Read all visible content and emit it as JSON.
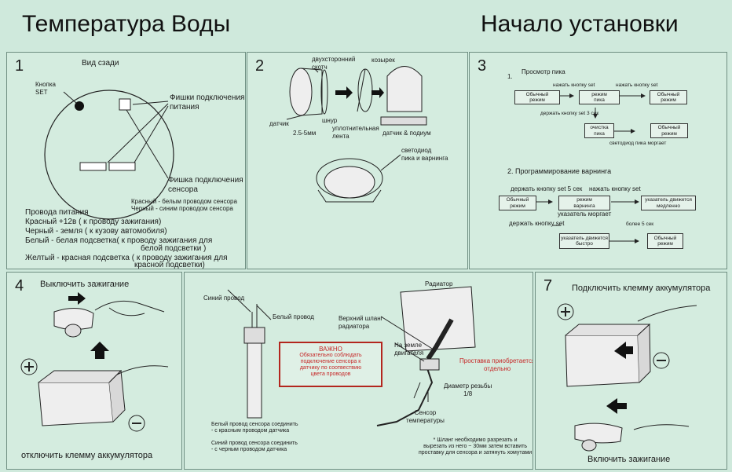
{
  "header": {
    "left_title": "Температура Воды",
    "right_title": "Начало установки"
  },
  "panel1": {
    "number": "1",
    "rear_view": "Вид сзади",
    "set_button": "Кнопка\nSET",
    "power_connectors": "Фишки подключения\nпитания",
    "sensor_connector": "Фишка подключения\nсенсора",
    "sensor_wires_1": "Красный - белым проводом сенсора",
    "sensor_wires_2": "Черный - синим проводом сенсора",
    "power_wires_title": "Провода питания",
    "red_wire": "Красный  +12в ( к проводу зажигания)",
    "black_wire": "Черный - земля ( к кузову автомобиля)",
    "white_wire_1": "Белый - белая подсветка( к проводу зажигания для",
    "white_wire_2": "белой подсветки )",
    "yellow_wire_1": "Желтый - красная подсветка ( к проводу зажигания для",
    "yellow_wire_2": "красной подсветки)"
  },
  "panel2": {
    "number": "2",
    "double_tape": "двухсторонний\nскотч",
    "visor": "козырек",
    "sensor": "датчик",
    "size": "2.5-5мм",
    "cord": "шнур",
    "seal_tape": "уплотнительная\nлента",
    "sensor_and_stand": "датчик & подиум",
    "led": "светодиод\nпика и варнинга"
  },
  "panel3": {
    "number": "3",
    "step1_num": "1.",
    "step1_title": "Просмотр пика",
    "press_set_1": "нажать кнопку set",
    "press_set_2": "нажать кнопку set",
    "normal_mode_1": "Обычный\nрежим",
    "peak_mode": "режим\nпика",
    "normal_mode_2": "Обычный\nрежим",
    "hold_set_3": "держать кнопку set 3 сек",
    "clear_peak": "очистка\nпика",
    "normal_mode_3": "Обычный\nрежим",
    "led_blinks": "светодиод пика моргает",
    "step2_title": "2. Программирование варнинга",
    "hold_set_5": "держать кнопку set 5 сек",
    "press_set_3": "нажать кнопку set",
    "normal_mode_4": "Обычный\nрежим",
    "warning_mode": "режим\nварнинга",
    "pointer_moves_slow": "указатель движется\nмедленно",
    "pointer_blinks": "указатель моргает",
    "hold_set": "держать кнопку set",
    "more_5": "более 5 сек",
    "pointer_moves_fast": "указатель движется\nбыстро",
    "normal_mode_5": "Обычный\nрежим"
  },
  "panel4": {
    "number": "4",
    "ignition_off": "Выключить зажигание",
    "disconnect_battery": "отключить клемму аккумулятора"
  },
  "panel56": {
    "blue_wire": "Синий провод",
    "white_wire": "Белый провод",
    "warning_title": "ВАЖНО",
    "warning_text": "Обязательно соблюдать\nподключение сенсора к\nдатчику по соотвествию\nцвета проводов",
    "sensor_white": "Белый провод сенсора соединить\n- с красным проводом датчика",
    "sensor_blue": "Синий провод сенсора соединить\n- с черным проводом датчика",
    "radiator": "Радиатор",
    "upper_hose": "Верхний шланг\nрадиатора",
    "to_engine": "На земле\nдвигателя",
    "sold_separately": "Проставка приобретается\nотдельно",
    "thread_diameter": "Диаметр резьбы\n1/8",
    "temp_sensor": "Сенсор\nтемпературы",
    "hose_note": "* Шланг необходимо разрезать и\nвырезать из него ~ 30мм затем вставить\nпроставку для сенсора и затянуть хомутами"
  },
  "panel7": {
    "number": "7",
    "connect_battery": "Подключить клемму аккумулятора",
    "ignition_on": "Включить зажигание"
  },
  "icons": [
    "plus-icon",
    "minus-icon",
    "arrow-right-icon",
    "arrow-up-icon",
    "arrow-down-icon",
    "arrow-left-icon"
  ]
}
